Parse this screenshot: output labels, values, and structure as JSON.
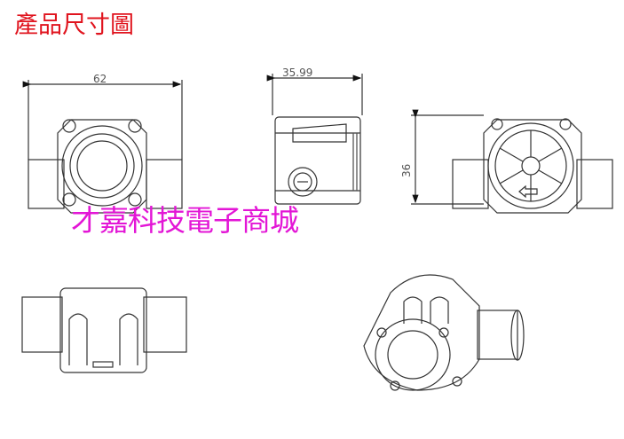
{
  "title": "產品尺寸圖",
  "watermark": "才嘉科技電子商城",
  "dimensions": {
    "width": "62",
    "depth": "35.99",
    "height": "36"
  },
  "colors": {
    "title": "#e0141e",
    "watermark": "#e316d6",
    "line": "#333333"
  }
}
